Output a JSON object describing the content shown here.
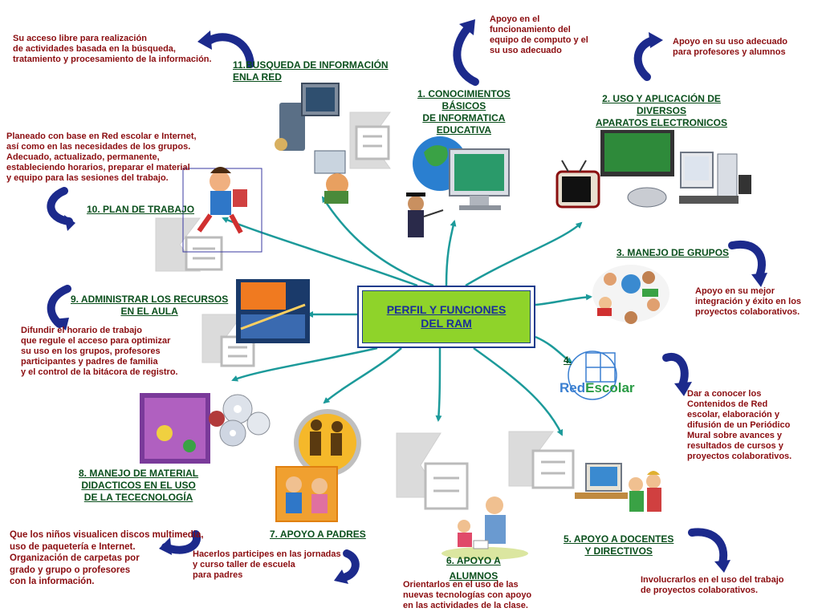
{
  "center": {
    "title": "PERFIL Y FUNCIONES\nDEL RAM"
  },
  "colors": {
    "arrow": "#1c2a8c",
    "link": "#1c9a9a",
    "title_text": "#0a4f1c",
    "desc_text": "#8b0d10",
    "center_fill": "#8fd32a",
    "center_border": "#1b3b8c"
  },
  "nodes": [
    {
      "id": "n1",
      "title": "1. CONOCIMIENTOS\nBÁSICOS\n DE INFORMATICA\nEDUCATIVA",
      "desc": "Apoyo en el\nfuncionamiento del\nequipo de computo y el\nsu uso adecuado"
    },
    {
      "id": "n2",
      "title": "2. USO Y APLICACIÓN DE\nDIVERSOS\nAPARATOS ELECTRONICOS",
      "desc": "Apoyo en su uso adecuado\npara profesores y alumnos"
    },
    {
      "id": "n3",
      "title": "3. MANEJO DE GRUPOS",
      "desc": "Apoyo en su mejor\nintegración y éxito en los\nproyectos colaborativos."
    },
    {
      "id": "n4",
      "title": "4.",
      "logo": {
        "part1": "Red",
        "part2": "Escolar"
      },
      "desc": "Dar a conocer los\nContenidos de Red\nescolar, elaboración y\ndifusión de un Periódico\nMural sobre avances y\nresultados de cursos y\nproyectos colaborativos."
    },
    {
      "id": "n5",
      "title": "5. APOYO A  DOCENTES\nY DIRECTIVOS",
      "desc": "Involucrarlos en el uso del trabajo\n de proyectos colaborativos."
    },
    {
      "id": "n6",
      "title": "6. APOYO  A\nALUMNOS",
      "desc": "Orientarlos en el uso de las\nnuevas tecnologías con apoyo\nen las actividades de la clase."
    },
    {
      "id": "n7",
      "title": "7. APOYO A PADRES",
      "desc": "Hacerlos participes en las jornadas\ny curso taller de escuela\npara padres"
    },
    {
      "id": "n8",
      "title": "8. MANEJO DE MATERIAL\n DIDACTICOS EN EL USO\n DE LA TECECNOLOGÍA",
      "desc": "Que los niños visualicen discos multimedia,\nuso de paquetería e Internet.\nOrganización de carpetas por\ngrado y grupo o profesores\ncon la información."
    },
    {
      "id": "n9",
      "title": "9. ADMINISTRAR LOS RECURSOS\nEN EL AULA",
      "desc": "Difundir el horario de trabajo\nque regule el acceso para optimizar\nsu uso en los grupos, profesores\nparticipantes y padres de familia\ny el control de la bitácora de registro."
    },
    {
      "id": "n10",
      "title": "10. PLAN DE TRABAJO",
      "desc": "Planeado con base en Red escolar e Internet,\nasí como en las necesidades de los grupos.\nAdecuado, actualizado, permanente,\nestableciendo horarios, preparar el material\ny equipo para las sesiones del trabajo."
    },
    {
      "id": "n11",
      "title": "11.BUSQUEDA DE INFORMACIÓN\nENLA RED",
      "desc": "Su acceso libre para realización\nde actividades basada en la búsqueda,\ntratamiento y procesamiento de la información."
    }
  ],
  "icons": [
    "computer-student-icon",
    "globe-monitor-icon",
    "electronics-icon",
    "children-group-icon",
    "family-icon",
    "teacher-children-icon",
    "kids-computer-icon",
    "cds-icon",
    "laptop-icon",
    "running-child-icon",
    "search-computer-icon",
    "document-icon",
    "curved-arrow-icon"
  ]
}
